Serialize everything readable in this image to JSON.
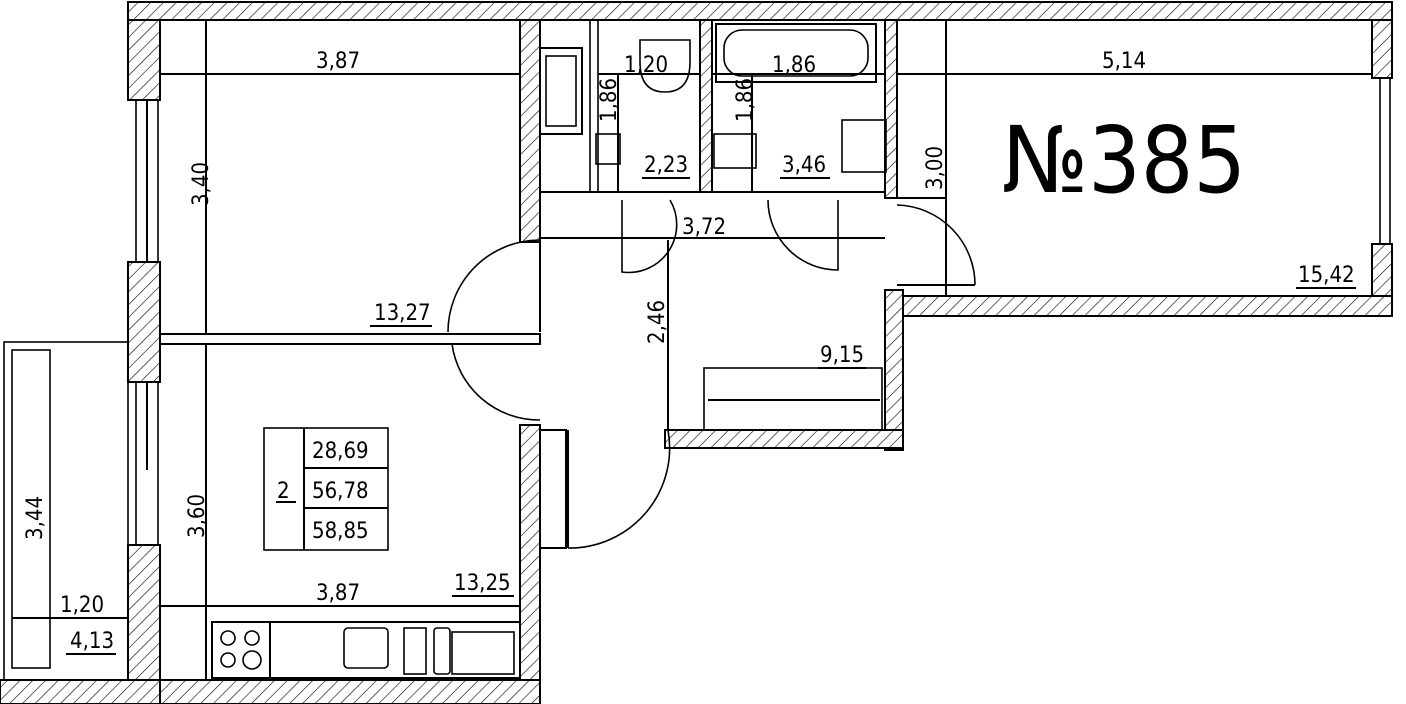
{
  "apartment": {
    "number_label": "№385"
  },
  "summary": {
    "rooms": "2",
    "living_area": "28,69",
    "total_area": "56,78",
    "total_with_balcony": "58,85"
  },
  "rooms": {
    "bedroom_area": "13,27",
    "living_room_area": "15,42",
    "kitchen_area": "13,25",
    "hallway_area": "9,15",
    "wc_area": "2,23",
    "bathroom_area": "3,46",
    "balcony_area": "4,13"
  },
  "dimensions": {
    "bedroom_width": "3,87",
    "bedroom_depth": "3,40",
    "wc_width": "1,20",
    "wc_depth": "1,86",
    "bath_width": "1,86",
    "bath_depth": "1,86",
    "living_width": "5,14",
    "living_depth": "3,00",
    "corridor_length": "3,72",
    "hall_depth": "2,46",
    "kitchen_depth": "3,60",
    "kitchen_width": "3,87",
    "balcony_length": "3,44",
    "balcony_width": "1,20"
  }
}
